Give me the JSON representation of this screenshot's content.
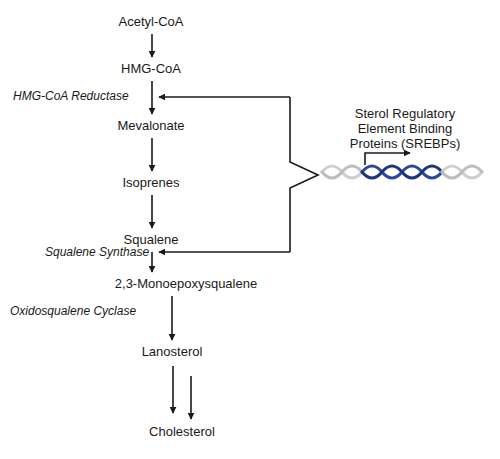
{
  "diagram": {
    "nodes": [
      {
        "text": [
          "Acetyl-CoA"
        ]
      },
      {
        "text": [
          "HMG-CoA"
        ]
      },
      {
        "text": [
          "Mevalonate"
        ]
      },
      {
        "text": [
          "Isoprenes"
        ]
      },
      {
        "text": [
          "Squalene"
        ]
      },
      {
        "text": [
          "2,3-Monoepoxysqualene"
        ]
      },
      {
        "text": [
          "Lanosterol"
        ]
      },
      {
        "text": [
          "Cholesterol"
        ]
      }
    ],
    "edges": [
      {
        "from": 0,
        "to": 1,
        "arrow": "to"
      },
      {
        "from": 1,
        "to": 2,
        "arrow": "to",
        "label": "HMG-CoA Reductase"
      },
      {
        "from": 2,
        "to": 3,
        "arrow": "to"
      },
      {
        "from": 3,
        "to": 4,
        "arrow": "to"
      },
      {
        "from": 4,
        "to": 5,
        "arrow": "to",
        "label": "Squalene Synthase"
      },
      {
        "from": 5,
        "to": 6,
        "arrow": "to",
        "label": "Oxidosqualene Cyclase"
      },
      {
        "from": 6,
        "to": 7,
        "arrow": "to"
      },
      {
        "from": 6,
        "to": 7,
        "arrow": "to"
      }
    ],
    "labels": [
      "Sterol Regulatory Element Binding Proteins (SREBPs)"
    ]
  }
}
